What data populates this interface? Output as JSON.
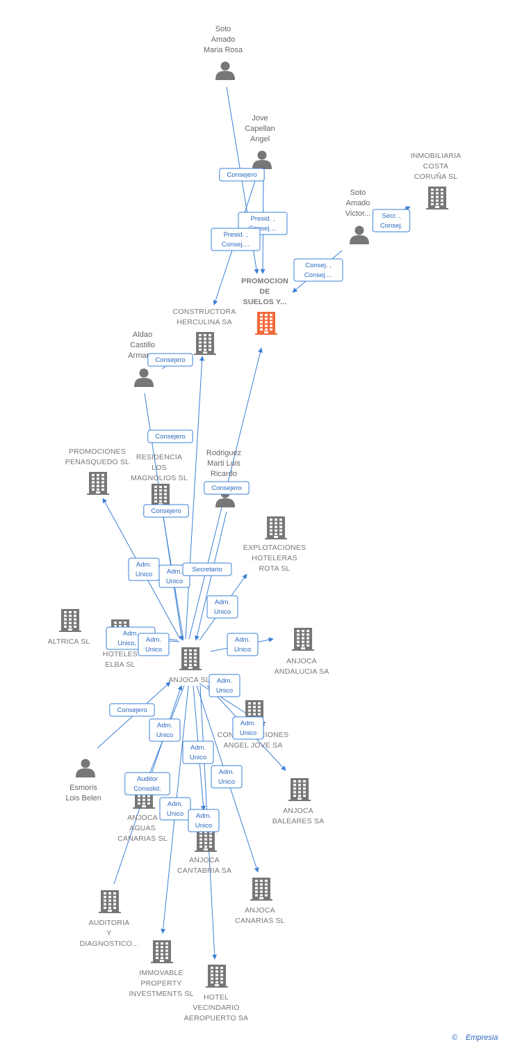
{
  "colors": {
    "edge": "#3a7fd5",
    "node": "#777777",
    "focus": "#f26a3b",
    "label": "#666666"
  },
  "nodes": [
    {
      "id": "soto_maria",
      "kind": "person",
      "label": [
        "Soto",
        "Amado",
        "Maria Rosa"
      ]
    },
    {
      "id": "jove",
      "kind": "person",
      "label": [
        "Jove",
        "Capellan",
        "Angel"
      ]
    },
    {
      "id": "inmob",
      "kind": "company",
      "label": [
        "INMOBILIARIA",
        "COSTA",
        "CORUÑA SL"
      ]
    },
    {
      "id": "soto_victor",
      "kind": "person",
      "label": [
        "Soto",
        "Amado",
        "Victor..."
      ]
    },
    {
      "id": "promocion",
      "kind": "focus",
      "label": [
        "PROMOCION",
        "DE",
        "SUELOS Y..."
      ]
    },
    {
      "id": "herculina",
      "kind": "company",
      "label": [
        "CONSTRUCTORA",
        "HERCULINA SA"
      ]
    },
    {
      "id": "aldao",
      "kind": "person",
      "label": [
        "Aldao",
        "Castillo",
        "Arman..."
      ]
    },
    {
      "id": "penasquedo",
      "kind": "company",
      "label": [
        "PROMOCIONES",
        "PENASQUEDO SL"
      ]
    },
    {
      "id": "magnolios",
      "kind": "company",
      "label": [
        "RESIDENCIA",
        "LOS",
        "MAGNOLIOS SL"
      ]
    },
    {
      "id": "rodriguez",
      "kind": "person",
      "label": [
        "Rodriguez",
        "Marti Luis",
        "Ricardo"
      ]
    },
    {
      "id": "expl_rota",
      "kind": "company",
      "label": [
        "EXPLOTACIONES",
        "HOTELERAS",
        "ROTA SL"
      ]
    },
    {
      "id": "altrica",
      "kind": "company",
      "label": [
        "ALTRICA SL"
      ]
    },
    {
      "id": "hoteles_elba",
      "kind": "company",
      "label": [
        "HOTELES",
        "ELBA SL"
      ]
    },
    {
      "id": "anjoca_sl",
      "kind": "company",
      "label": [
        "ANJOCA SL"
      ]
    },
    {
      "id": "anjoca_andalucia",
      "kind": "company",
      "label": [
        "ANJOCA",
        "ANDALUCIA SA"
      ]
    },
    {
      "id": "construcciones",
      "kind": "company",
      "label": [
        "CONSTRUCCIONES",
        "ANGEL JOVE SA"
      ]
    },
    {
      "id": "esmoris",
      "kind": "person",
      "label": [
        "Esmoris",
        "Lois Belen"
      ]
    },
    {
      "id": "anjoca_baleares",
      "kind": "company",
      "label": [
        "ANJOCA",
        "BALEARES SA"
      ]
    },
    {
      "id": "anjoca_aguas",
      "kind": "company",
      "label": [
        "ANJOCA",
        "AGUAS",
        "CANARIAS SL"
      ]
    },
    {
      "id": "anjoca_cantabria",
      "kind": "company",
      "label": [
        "ANJOCA",
        "CANTABRIA SA"
      ]
    },
    {
      "id": "anjoca_canarias",
      "kind": "company",
      "label": [
        "ANJOCA",
        "CANARIAS SL"
      ]
    },
    {
      "id": "auditoria",
      "kind": "company",
      "label": [
        "AUDITORIA",
        "Y",
        "DIAGNOSTICO..."
      ]
    },
    {
      "id": "immovable",
      "kind": "company",
      "label": [
        "IMMOVABLE",
        "PROPERTY",
        "INVESTMENTS SL"
      ]
    },
    {
      "id": "hotel_vecindario",
      "kind": "company",
      "label": [
        "HOTEL",
        "VECINDARIO",
        "AEROPUERTO SA"
      ]
    }
  ],
  "edges": [
    {
      "from": "soto_maria",
      "to": "promocion",
      "label": [
        "Consejero"
      ]
    },
    {
      "from": "jove",
      "to": "promocion",
      "label": [
        "Presid. ,",
        "Consej...."
      ]
    },
    {
      "from": "jove",
      "to": "herculina",
      "label": [
        "Presid. ,",
        "Consej...."
      ]
    },
    {
      "from": "soto_victor",
      "to": "inmob",
      "label": [
        "Secr. ,",
        "Consej."
      ]
    },
    {
      "from": "soto_victor",
      "to": "promocion",
      "label": [
        "Consej. ,",
        "Consej...."
      ]
    },
    {
      "from": "aldao",
      "to": "herculina",
      "label": [
        "Consejero"
      ]
    },
    {
      "from": "aldao",
      "to": "anjoca_sl",
      "label": [
        "Consejero"
      ]
    },
    {
      "from": "rodriguez",
      "to": "anjoca_sl",
      "label": [
        "Consejero"
      ]
    },
    {
      "from": "anjoca_sl",
      "to": "magnolios",
      "label": [
        "Consejero"
      ]
    },
    {
      "from": "anjoca_sl",
      "to": "herculina",
      "label": [
        "Adm.",
        "Unico"
      ]
    },
    {
      "from": "anjoca_sl",
      "to": "penasquedo",
      "label": [
        "Adm.",
        "Unico"
      ]
    },
    {
      "from": "anjoca_sl",
      "to": "promocion",
      "label": [
        "Secretario"
      ]
    },
    {
      "from": "anjoca_sl",
      "to": "expl_rota",
      "label": [
        "Adm.",
        "Unico"
      ]
    },
    {
      "from": "anjoca_sl",
      "to": "altrica",
      "label": [
        "Adm.",
        "Unico, ..."
      ]
    },
    {
      "from": "anjoca_sl",
      "to": "hoteles_elba",
      "label": [
        "Adm.",
        "Unico"
      ]
    },
    {
      "from": "anjoca_sl",
      "to": "anjoca_andalucia",
      "label": [
        "Adm.",
        "Unico"
      ]
    },
    {
      "from": "anjoca_sl",
      "to": "construcciones",
      "label": [
        "Adm.",
        "Unico"
      ]
    },
    {
      "from": "anjoca_sl",
      "to": "anjoca_baleares",
      "label": [
        "Adm.",
        "Unico"
      ]
    },
    {
      "from": "esmoris",
      "to": "anjoca_sl",
      "label": [
        "Consejero"
      ]
    },
    {
      "from": "anjoca_sl",
      "to": "anjoca_aguas",
      "label": [
        "Adm.",
        "Unico"
      ]
    },
    {
      "from": "anjoca_sl",
      "to": "anjoca_cantabria",
      "label": [
        "Adm.",
        "Unico"
      ]
    },
    {
      "from": "anjoca_sl",
      "to": "anjoca_canarias",
      "label": [
        "Adm.",
        "Unico"
      ]
    },
    {
      "from": "auditoria",
      "to": "anjoca_sl",
      "label": [
        "Auditor",
        "Consolid."
      ]
    },
    {
      "from": "anjoca_sl",
      "to": "immovable",
      "label": [
        "Adm.",
        "Unico"
      ]
    },
    {
      "from": "anjoca_sl",
      "to": "hotel_vecindario",
      "label": [
        "Adm.",
        "Unico"
      ]
    }
  ],
  "footer": {
    "copyright": "©",
    "brand": "Empresia"
  }
}
